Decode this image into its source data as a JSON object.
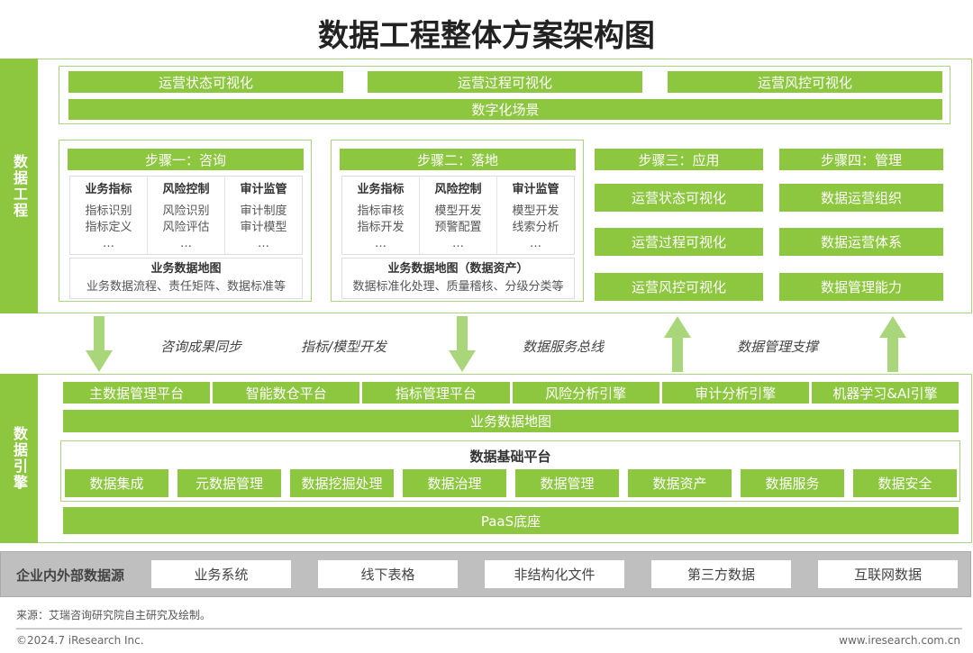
{
  "title": "数据工程整体方案架构图",
  "engineering": {
    "band": "数据工程",
    "top": [
      "运营状态可视化",
      "运营过程可视化",
      "运营风控可视化"
    ],
    "scene": "数字化场景",
    "step1": {
      "header": "步骤一：咨询",
      "cols": [
        {
          "h": "业务指标",
          "a": "指标识别",
          "b": "指标定义",
          "c": "…"
        },
        {
          "h": "风险控制",
          "a": "风险识别",
          "b": "风险评估",
          "c": "…"
        },
        {
          "h": "审计监管",
          "a": "审计制度",
          "b": "审计模型",
          "c": "…"
        }
      ],
      "map_title": "业务数据地图",
      "map_text": "业务数据流程、责任矩阵、数据标准等"
    },
    "step2": {
      "header": "步骤二：落地",
      "cols": [
        {
          "h": "业务指标",
          "a": "指标审核",
          "b": "指标开发",
          "c": "…"
        },
        {
          "h": "风险控制",
          "a": "模型开发",
          "b": "预警配置",
          "c": "…"
        },
        {
          "h": "审计监管",
          "a": "模型开发",
          "b": "线索分析",
          "c": "…"
        }
      ],
      "map_title": "业务数据地图（数据资产）",
      "map_text": "数据标准化处理、质量稽核、分级分类等"
    },
    "step3": {
      "header": "步骤三：应用",
      "items": [
        "运营状态可视化",
        "运营过程可视化",
        "运营风控可视化"
      ]
    },
    "step4": {
      "header": "步骤四：管理",
      "items": [
        "数据运营组织",
        "数据运营体系",
        "数据管理能力"
      ]
    }
  },
  "arrows": [
    "咨询成果同步",
    "指标/模型开发",
    "数据服务总线",
    "数据管理支撑"
  ],
  "engine": {
    "band": "数据引擎",
    "platforms": [
      "主数据管理平台",
      "智能数仓平台",
      "指标管理平台",
      "风险分析引擎",
      "审计分析引擎",
      "机器学习&AI引擎"
    ],
    "map": "业务数据地图",
    "base_title": "数据基础平台",
    "base": [
      "数据集成",
      "元数据管理",
      "数据挖掘处理",
      "数据治理",
      "数据管理",
      "数据资产",
      "数据服务",
      "数据安全"
    ],
    "paas": "PaaS底座"
  },
  "sources": {
    "label": "企业内外部数据源",
    "items": [
      "业务系统",
      "线下表格",
      "非结构化文件",
      "第三方数据",
      "互联网数据"
    ]
  },
  "footer": {
    "source": "来源：艾瑞咨询研究院自主研究及绘制。",
    "copyright": "©2024.7 iResearch Inc.",
    "site": "www.iresearch.com.cn"
  }
}
